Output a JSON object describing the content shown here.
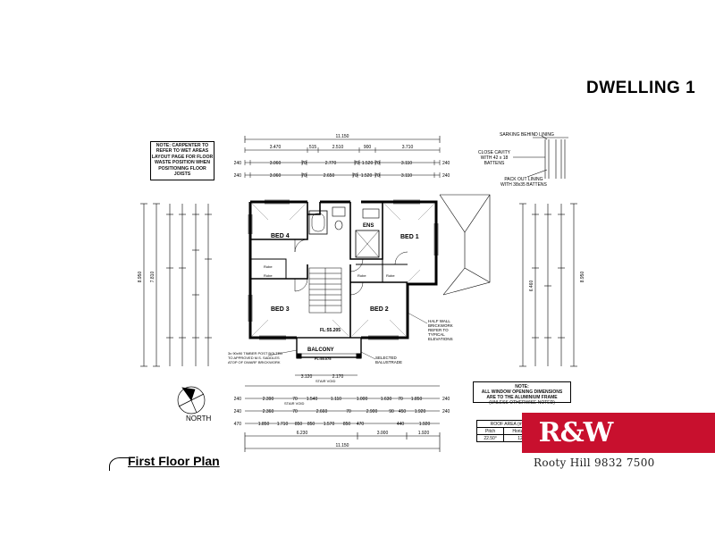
{
  "sheet": {
    "title": "DWELLING 1",
    "plan_title": "First Floor Plan",
    "north_label": "NORTH",
    "carpenter_note": [
      "NOTE: CARPENTER TO",
      "REFER TO WET AREAS",
      "LAYOUT PAGE FOR FLOOR",
      "WASTE POSITION WHEN",
      "POSITIONING FLOOR",
      "JOISTS"
    ],
    "window_note": {
      "heading": "NOTE:",
      "lines": [
        "ALL WINDOW OPENING DIMENSIONS",
        "ARE TO THE ALUMINIUM FRAME",
        "(UNLESS OTHERWISE NOTED)"
      ]
    },
    "detail_labels": [
      "SARKING BEHIND LINING",
      "CLOSE CAVITY",
      "WITH 42 x 18",
      "BATTENS",
      "PACK OUT LINING",
      "WITH 38x35 BATTENS"
    ],
    "annotations": {
      "half_wall": [
        "HALF WALL",
        "BRICKWORK",
        "REFER TO",
        "TYPICAL",
        "ELEVATIONS"
      ],
      "timber_post": [
        "3x 90x90 TIMBER POST BOLTED",
        "TO APPROVED M.S. SADDLES",
        "ATOP OF DWARF BRICKWORK"
      ],
      "balustrade": [
        "SELECTED",
        "BALUSTRADE"
      ],
      "stair_void_top": "STAIR VOID",
      "stair_void_bottom": "STAIR VOID"
    },
    "roof_table": {
      "title": "ROOF AREA (m2)",
      "headers": [
        "Pitch",
        "Horizonta"
      ],
      "row": [
        "22.50°",
        "121."
      ]
    }
  },
  "rooms": {
    "bed1": "BED 1",
    "bed2": "BED 2",
    "bed3": "BED 3",
    "bed4": "BED 4",
    "ens": "ENS",
    "balcony": "BALCONY",
    "robe": "Robe",
    "fl_level": "FL:55.205",
    "balcony_level": "FL:55.075"
  },
  "dimensions": {
    "top_overall": "11.150",
    "top_row1": [
      "3.470",
      "515",
      "2.510",
      "900",
      "3.710"
    ],
    "top_row2": [
      "240",
      "3.060",
      "70",
      "2.770",
      "70",
      "1.520",
      "70",
      "3.110",
      "240"
    ],
    "top_row3": [
      "240",
      "3.060",
      "70",
      "2.650",
      "70",
      "1.520",
      "70",
      "3.110",
      "240"
    ],
    "bottom_row0": [
      "3.120",
      "2.170"
    ],
    "bottom_row1": [
      "240",
      "2.390",
      "70",
      "1.540",
      "1.110",
      "1.000",
      "1.630",
      "70",
      "1.850",
      "240"
    ],
    "bottom_row2": [
      "240",
      "2.360",
      "70",
      "2.660",
      "70",
      "2.900",
      "90",
      "450",
      "1.920",
      "240"
    ],
    "bottom_row3": [
      "470",
      "1.850",
      "1.710",
      "850",
      "850",
      "1.570",
      "850",
      "470",
      "440",
      "1.920"
    ],
    "bottom_row4": [
      "6.230",
      "3.000",
      "1.920"
    ],
    "bottom_overall": "11.150",
    "left_overall": "8.950",
    "left_row1": "7.810",
    "right_overall": "8.950",
    "right_row1": "6.460"
  },
  "brand": {
    "name": "R&W",
    "phone": "Rooty Hill  9832 7500",
    "color": "#c8102e"
  }
}
